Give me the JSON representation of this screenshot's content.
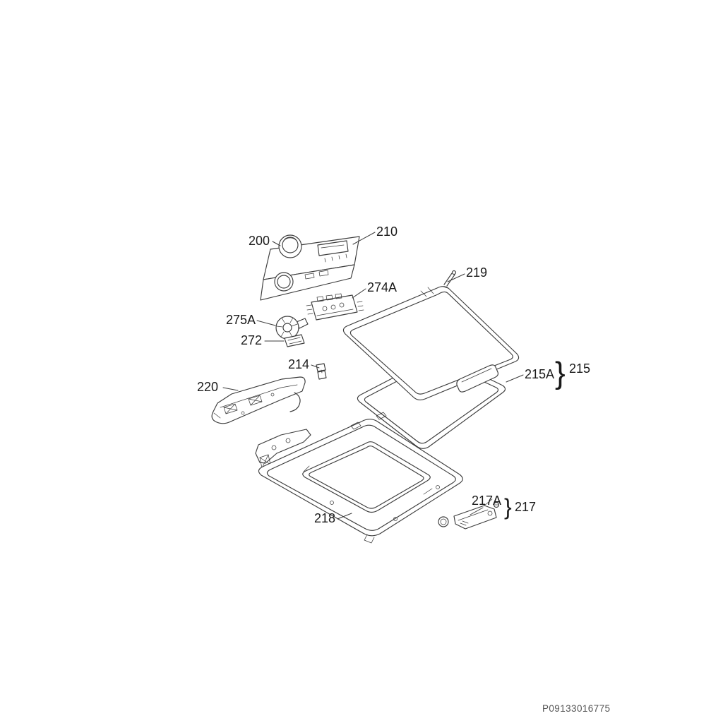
{
  "colors": {
    "background": "#ffffff",
    "line": "#3c3c3c",
    "label": "#1a1a1a",
    "muted": "#555555"
  },
  "labels": {
    "n200": "200",
    "n210": "210",
    "n219": "219",
    "n274a": "274A",
    "n275a": "275A",
    "n272": "272",
    "n214": "214",
    "n220": "220",
    "n215a": "215A",
    "n215": "215",
    "n218": "218",
    "n217a": "217A",
    "n217": "217"
  },
  "grouping": {
    "brace": "}"
  },
  "footer": {
    "document_code": "P09133016775"
  }
}
